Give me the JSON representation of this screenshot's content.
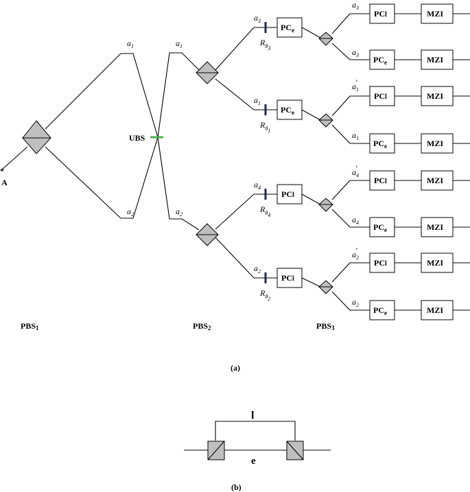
{
  "labels": {
    "a1": "a",
    "a1_sub": "1",
    "a2": "a",
    "a2_sub": "2",
    "a3": "a",
    "a3_sub": "3",
    "a4": "a",
    "a4_sub": "4",
    "prime": "′",
    "R": "R",
    "theta": "θ",
    "ubs": "UBS",
    "source": "A",
    "source_dot": "*",
    "pbs1": "PBS",
    "pbs1_sub": "1",
    "pbs2": "PBS",
    "pbs2_sub": "2",
    "pbs3": "PBS",
    "pbs3_sub": "3",
    "pc": "PC",
    "pc_e": "e",
    "pc_l": "l",
    "mzi": "MZI",
    "caption_a": "(a)",
    "caption_b": "(b)",
    "long_arm": "l",
    "short_arm": "e"
  },
  "colors": {
    "beam_splitter_fill": "#bfbfbf",
    "ubs_marker": "#4caf50",
    "rotator_marker": "#1f2a44"
  }
}
